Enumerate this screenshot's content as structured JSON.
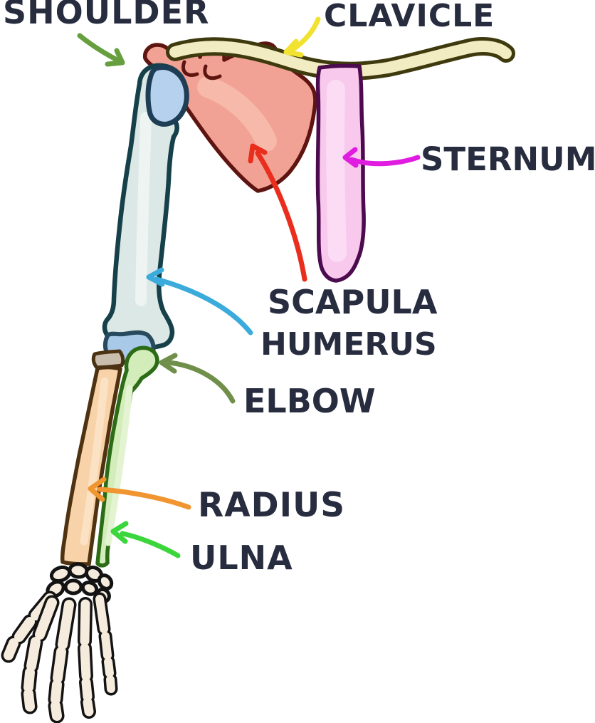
{
  "background": "#ffffff",
  "text_color": "#272c3f",
  "labels": {
    "shoulder": {
      "text": "SHOULDER",
      "arrow_color": "#679f3f"
    },
    "clavicle": {
      "text": "CLAVICLE",
      "arrow_color": "#f2e230"
    },
    "sternum": {
      "text": "STERNUM",
      "arrow_color": "#e11ce1"
    },
    "scapula": {
      "text": "SCAPULA",
      "arrow_color": "#ea2e1d"
    },
    "humerus": {
      "text": "HUMERUS",
      "arrow_color": "#3aabdb"
    },
    "elbow": {
      "text": "ELBOW",
      "arrow_color": "#6f8f4a"
    },
    "radius": {
      "text": "RADIUS",
      "arrow_color": "#f0952f"
    },
    "ulna": {
      "text": "ULNA",
      "arrow_color": "#3bd63b"
    }
  },
  "bones": {
    "clavicle": {
      "fill": "#f2ecc2",
      "outline": "#3f3a0e"
    },
    "scapula": {
      "fill": "#f2a294",
      "outline": "#5e1410",
      "highlight": "#f7b9a9"
    },
    "sternum": {
      "fill": "#f8c9ec",
      "outline": "#4b0b4e",
      "highlight": "#fbdcf4"
    },
    "humerus": {
      "fill": "#dce8e5",
      "outline": "#16404a",
      "highlight": "#edf4f2"
    },
    "humerus_head": {
      "fill": "#b5d1ed",
      "outline": "#1e3e56"
    },
    "elbow_joint": {
      "fill": "#a9c9e9",
      "outline": "#274a5e"
    },
    "radius_head": {
      "fill": "#c9bead",
      "outline": "#4a3212"
    },
    "radius": {
      "fill": "#f8d2a9",
      "outline": "#4f3310",
      "highlight": "#fbe2c4"
    },
    "ulna": {
      "fill": "#d2ecba",
      "outline": "#2c6c16",
      "highlight": "#e4f3d2"
    },
    "hand": {
      "fill": "#f6ecdd",
      "outline": "#131313"
    }
  }
}
